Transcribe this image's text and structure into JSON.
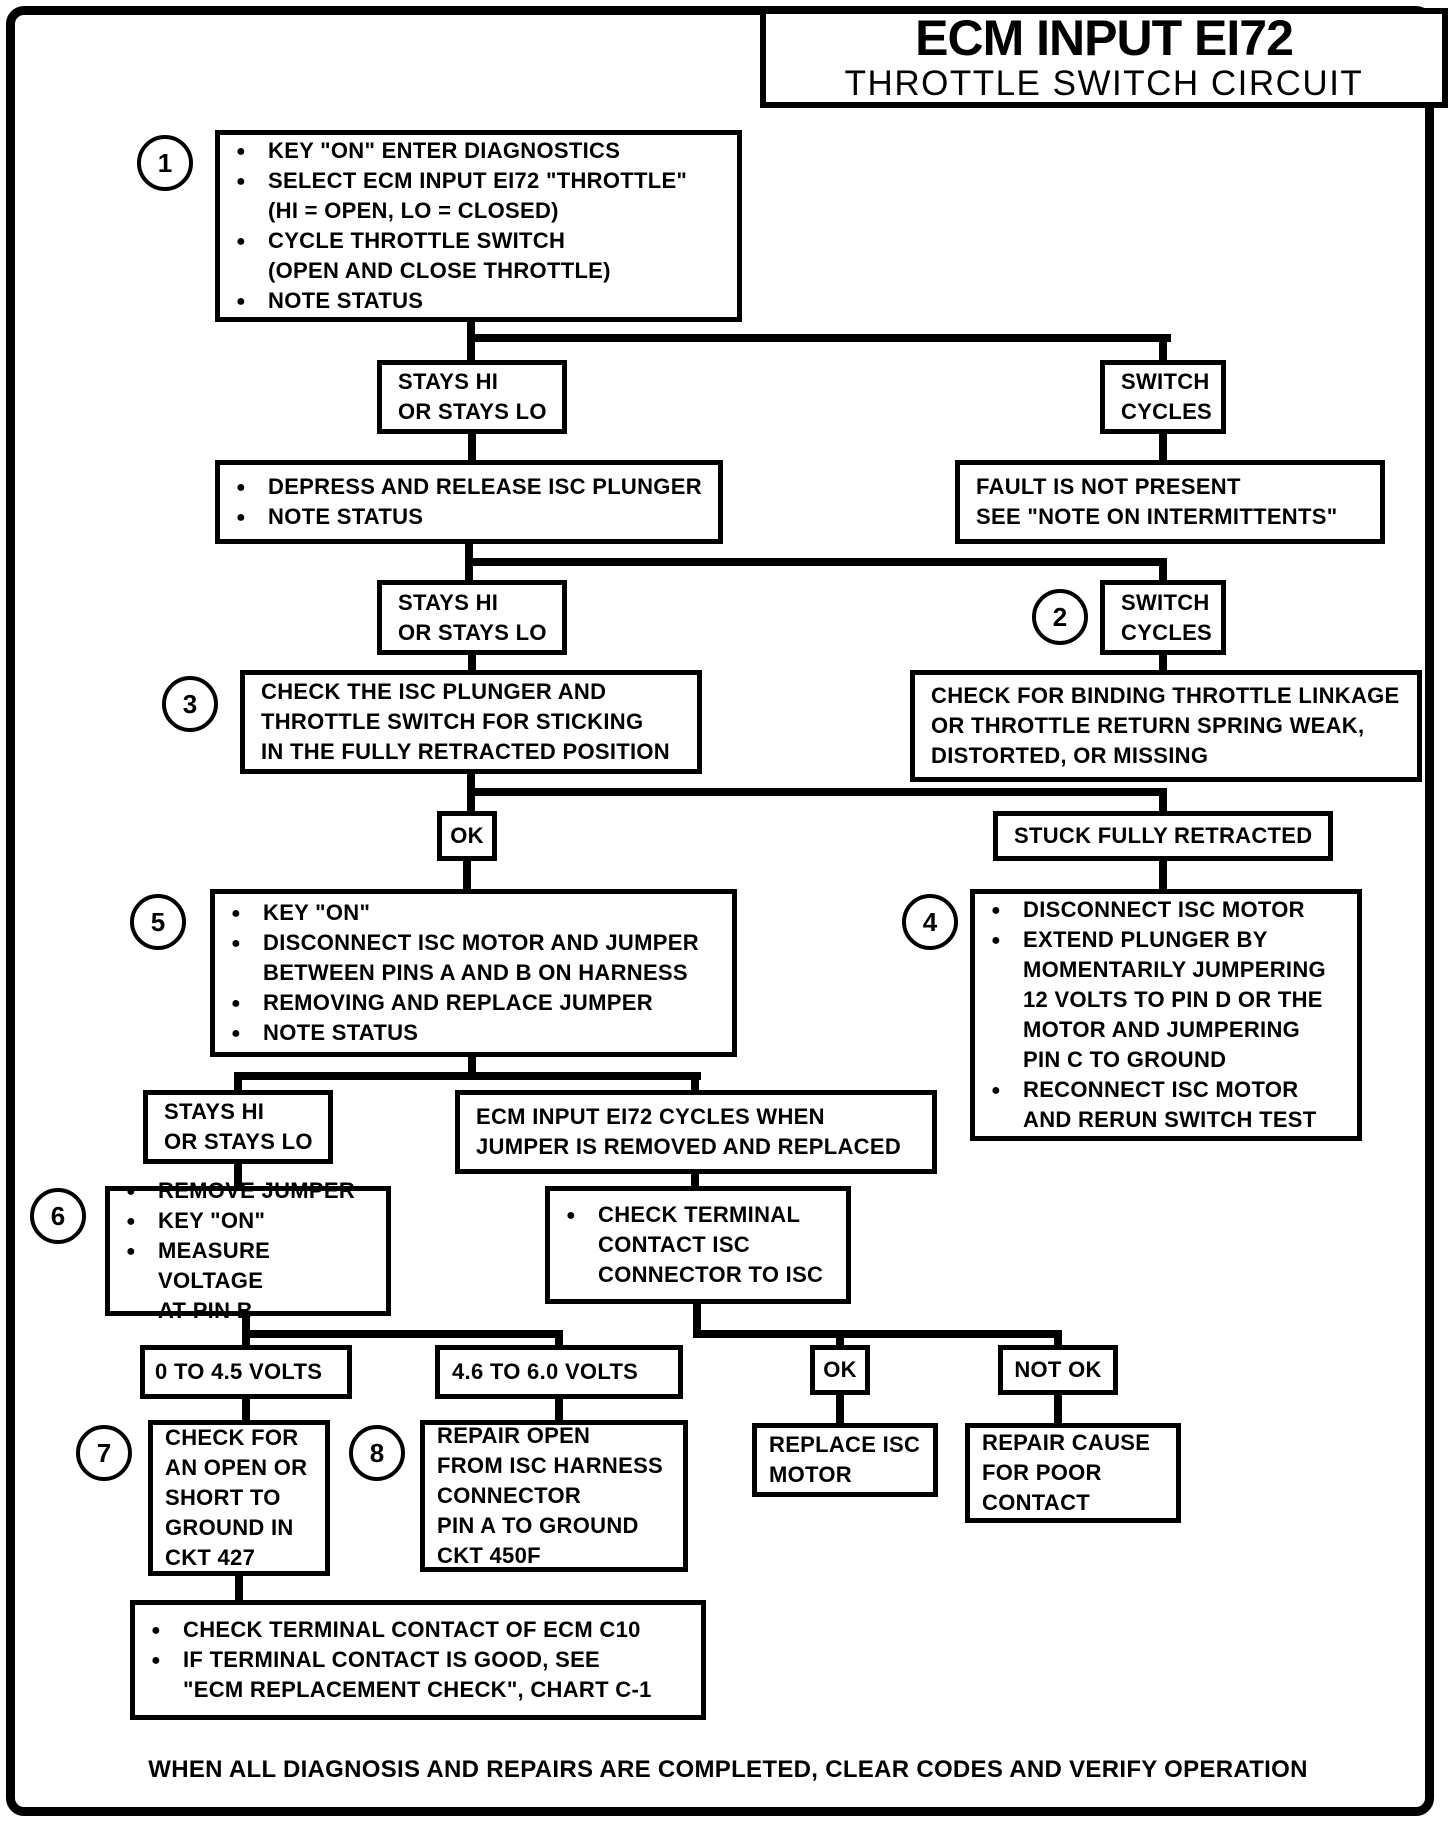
{
  "title": {
    "line1": "ECM INPUT EI72",
    "line2": "THROTTLE SWITCH CIRCUIT"
  },
  "circles": {
    "c1": "1",
    "c2": "2",
    "c3": "3",
    "c4": "4",
    "c5": "5",
    "c6": "6",
    "c7": "7",
    "c8": "8"
  },
  "nodes": {
    "step1": {
      "lines": [
        "KEY \"ON\" ENTER DIAGNOSTICS",
        "SELECT ECM INPUT EI72 \"THROTTLE\"",
        "(HI = OPEN, LO = CLOSED)",
        "CYCLE THROTTLE SWITCH",
        "(OPEN AND CLOSE THROTTLE)",
        "NOTE STATUS"
      ]
    },
    "stays_hi_1": {
      "lines": [
        "STAYS HI",
        "OR STAYS LO"
      ]
    },
    "switch_cycles_1": {
      "lines": [
        "SWITCH",
        "CYCLES"
      ]
    },
    "depress": {
      "lines": [
        "DEPRESS AND RELEASE ISC PLUNGER",
        "NOTE STATUS"
      ]
    },
    "fault": {
      "lines": [
        "FAULT IS NOT PRESENT",
        "SEE \"NOTE ON INTERMITTENTS\""
      ]
    },
    "stays_hi_2": {
      "lines": [
        "STAYS HI",
        "OR STAYS LO"
      ]
    },
    "switch_cycles_2": {
      "lines": [
        "SWITCH",
        "CYCLES"
      ]
    },
    "step3": {
      "lines": [
        "CHECK THE ISC PLUNGER AND",
        "THROTTLE SWITCH FOR STICKING",
        "IN THE FULLY RETRACTED POSITION"
      ]
    },
    "binding": {
      "lines": [
        "CHECK FOR BINDING THROTTLE LINKAGE",
        "OR THROTTLE RETURN SPRING WEAK,",
        "DISTORTED, OR MISSING"
      ]
    },
    "ok1": {
      "label": "OK"
    },
    "stuck": {
      "label": "STUCK FULLY RETRACTED"
    },
    "step5": {
      "lines": [
        "KEY \"ON\"",
        "DISCONNECT ISC MOTOR AND JUMPER",
        "BETWEEN PINS A AND B ON HARNESS",
        "REMOVING AND REPLACE JUMPER",
        "NOTE STATUS"
      ]
    },
    "step4": {
      "lines": [
        "DISCONNECT ISC MOTOR",
        "EXTEND PLUNGER BY",
        "MOMENTARILY JUMPERING",
        "12 VOLTS TO PIN D OR THE",
        "MOTOR AND JUMPERING",
        "PIN C TO GROUND",
        "RECONNECT ISC MOTOR",
        "AND RERUN SWITCH TEST"
      ]
    },
    "stays_hi_3": {
      "lines": [
        "STAYS HI",
        "OR STAYS LO"
      ]
    },
    "ecm_cycles": {
      "lines": [
        "ECM INPUT EI72 CYCLES WHEN",
        "JUMPER IS REMOVED AND REPLACED"
      ]
    },
    "step6": {
      "lines": [
        "REMOVE JUMPER",
        "KEY \"ON\"",
        "MEASURE VOLTAGE",
        "AT PIN B"
      ]
    },
    "check_terminal": {
      "lines": [
        "CHECK TERMINAL",
        "CONTACT ISC",
        "CONNECTOR TO ISC"
      ]
    },
    "volts_0_45": {
      "label": "0 TO 4.5 VOLTS"
    },
    "volts_46_60": {
      "label": "4.6 TO 6.0 VOLTS"
    },
    "ok2": {
      "label": "OK"
    },
    "not_ok": {
      "label": "NOT OK"
    },
    "step7": {
      "lines": [
        "CHECK FOR",
        "AN OPEN OR",
        "SHORT TO",
        "GROUND IN",
        "CKT 427"
      ]
    },
    "step8": {
      "lines": [
        "REPAIR OPEN",
        "FROM ISC HARNESS",
        "CONNECTOR",
        "PIN A TO GROUND",
        "CKT 450F"
      ]
    },
    "replace_isc": {
      "lines": [
        "REPLACE ISC",
        "MOTOR"
      ]
    },
    "repair_cause": {
      "lines": [
        "REPAIR CAUSE",
        "FOR POOR",
        "CONTACT"
      ]
    },
    "ecm_c10": {
      "lines": [
        "CHECK TERMINAL CONTACT OF ECM C10",
        "IF TERMINAL CONTACT IS GOOD, SEE",
        "\"ECM REPLACEMENT CHECK\", CHART C-1"
      ]
    }
  },
  "footer": "WHEN ALL DIAGNOSIS AND REPAIRS ARE COMPLETED, CLEAR CODES AND VERIFY OPERATION"
}
